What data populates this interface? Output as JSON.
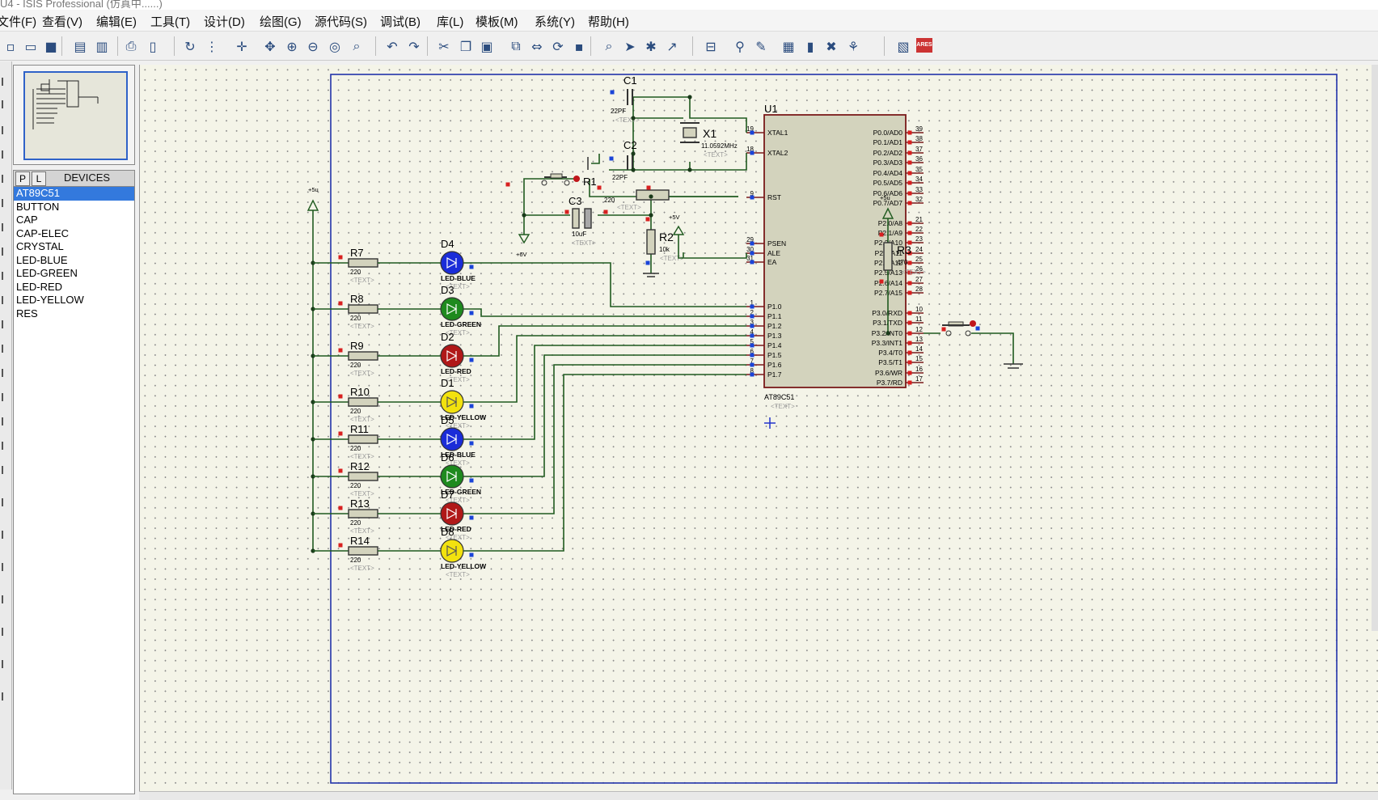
{
  "app": {
    "title": "U4 - ISIS Professional (仿真中......)"
  },
  "menu": [
    "文件(F)",
    "查看(V)",
    "编辑(E)",
    "工具(T)",
    "设计(D)",
    "绘图(G)",
    "源代码(S)",
    "调试(B)",
    "库(L)",
    "模板(M)",
    "系统(Y)",
    "帮助(H)"
  ],
  "toolbar_icons": [
    "new-icon",
    "open-icon",
    "save-icon",
    "import-icon",
    "export-icon",
    "print-icon",
    "print-area-icon",
    "refresh-icon",
    "grid-icon",
    "origin-icon",
    "pan-icon",
    "zoom-in-icon",
    "zoom-out-icon",
    "zoom-all-icon",
    "zoom-area-icon",
    "undo-icon",
    "redo-icon",
    "cut-icon",
    "copy-icon",
    "paste-icon",
    "block-copy-icon",
    "block-move-icon",
    "block-rotate-icon",
    "block-delete-icon",
    "pick-device-icon",
    "make-device-icon",
    "package-icon",
    "decompose-icon",
    "wire-autorouter-icon",
    "search-icon",
    "property-assign-icon",
    "netlist-icon",
    "bom-icon",
    "electrical-check-icon",
    "netlist-ares-icon",
    "design-explorer-icon",
    "ares-icon"
  ],
  "ares_label": "ARES",
  "device_panel": {
    "tab_p": "P",
    "tab_l": "L",
    "header": "DEVICES",
    "items": [
      "AT89C51",
      "BUTTON",
      "CAP",
      "CAP-ELEC",
      "CRYSTAL",
      "LED-BLUE",
      "LED-GREEN",
      "LED-RED",
      "LED-YELLOW",
      "RES"
    ],
    "selected": "AT89C51"
  },
  "schematic": {
    "text_placeholder": "<TEXT>",
    "mcu": {
      "ref": "U1",
      "part": "AT89C51",
      "left_pins": [
        {
          "num": "19",
          "name": "XTAL1"
        },
        {
          "num": "18",
          "name": "XTAL2"
        },
        {
          "num": "9",
          "name": "RST"
        },
        {
          "num": "29",
          "name": "PSEN"
        },
        {
          "num": "30",
          "name": "ALE"
        },
        {
          "num": "31",
          "name": "EA"
        },
        {
          "num": "1",
          "name": "P1.0"
        },
        {
          "num": "2",
          "name": "P1.1"
        },
        {
          "num": "3",
          "name": "P1.2"
        },
        {
          "num": "4",
          "name": "P1.3"
        },
        {
          "num": "5",
          "name": "P1.4"
        },
        {
          "num": "6",
          "name": "P1.5"
        },
        {
          "num": "7",
          "name": "P1.6"
        },
        {
          "num": "8",
          "name": "P1.7"
        }
      ],
      "right_pins": [
        {
          "num": "39",
          "name": "P0.0/AD0"
        },
        {
          "num": "38",
          "name": "P0.1/AD1"
        },
        {
          "num": "37",
          "name": "P0.2/AD2"
        },
        {
          "num": "36",
          "name": "P0.3/AD3"
        },
        {
          "num": "35",
          "name": "P0.4/AD4"
        },
        {
          "num": "34",
          "name": "P0.5/AD5"
        },
        {
          "num": "33",
          "name": "P0.6/AD6"
        },
        {
          "num": "32",
          "name": "P0.7/AD7"
        },
        {
          "num": "21",
          "name": "P2.0/A8"
        },
        {
          "num": "22",
          "name": "P2.1/A9"
        },
        {
          "num": "23",
          "name": "P2.2/A10"
        },
        {
          "num": "24",
          "name": "P2.3/A11"
        },
        {
          "num": "25",
          "name": "P2.4/A12"
        },
        {
          "num": "26",
          "name": "P2.5/A13"
        },
        {
          "num": "27",
          "name": "P2.6/A14"
        },
        {
          "num": "28",
          "name": "P2.7/A15"
        },
        {
          "num": "10",
          "name": "P3.0/RXD"
        },
        {
          "num": "11",
          "name": "P3.1/TXD"
        },
        {
          "num": "12",
          "name": "P3.2/INT0"
        },
        {
          "num": "13",
          "name": "P3.3/INT1"
        },
        {
          "num": "14",
          "name": "P3.4/T0"
        },
        {
          "num": "15",
          "name": "P3.5/T1"
        },
        {
          "num": "16",
          "name": "P3.6/WR"
        },
        {
          "num": "17",
          "name": "P3.7/RD"
        }
      ]
    },
    "c1": {
      "ref": "C1",
      "value": "22PF"
    },
    "c2": {
      "ref": "C2",
      "value": "22PF"
    },
    "c3": {
      "ref": "C3",
      "value": "10uF"
    },
    "x1": {
      "ref": "X1",
      "value": "11.0592MHz"
    },
    "r1": {
      "ref": "R1",
      "value": "220"
    },
    "r2": {
      "ref": "R2",
      "value": "10k"
    },
    "r3": {
      "ref": "R3",
      "value": "470"
    },
    "power": {
      "plus5u": "+5u",
      "plus5v": "+5V",
      "plus6v": "+6V"
    },
    "led_rows": [
      {
        "res": "R7",
        "res_val": "220",
        "led": "D4",
        "led_type": "LED-BLUE",
        "color": "#1a2cd8"
      },
      {
        "res": "R8",
        "res_val": "220",
        "led": "D3",
        "led_type": "LED-GREEN",
        "color": "#1e8a1e"
      },
      {
        "res": "R9",
        "res_val": "220",
        "led": "D2",
        "led_type": "LED-RED",
        "color": "#b01818"
      },
      {
        "res": "R10",
        "res_val": "220",
        "led": "D1",
        "led_type": "LED-YELLOW",
        "color": "#f2e20e"
      },
      {
        "res": "R11",
        "res_val": "220",
        "led": "D5",
        "led_type": "LED-BLUE",
        "color": "#1a2cd8"
      },
      {
        "res": "R12",
        "res_val": "220",
        "led": "D6",
        "led_type": "LED-GREEN",
        "color": "#1e8a1e"
      },
      {
        "res": "R13",
        "res_val": "220",
        "led": "D7",
        "led_type": "LED-RED",
        "color": "#b01818"
      },
      {
        "res": "R14",
        "res_val": "220",
        "led": "D8",
        "led_type": "LED-YELLOW",
        "color": "#f2e20e"
      }
    ]
  }
}
